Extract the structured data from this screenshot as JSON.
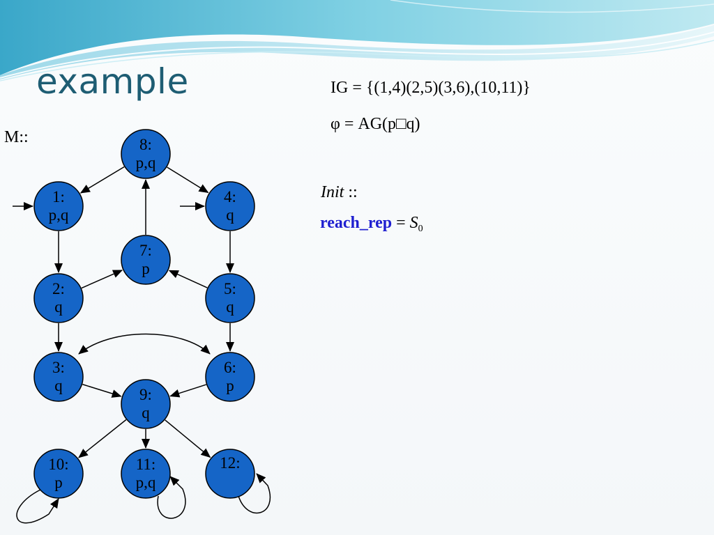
{
  "slide": {
    "title": "example",
    "model_label": "M::",
    "ig_line": "IG = {(1,4)(2,5)(3,6),(10,11)}",
    "phi_line": "φ = AG(p□q)",
    "init_label": "Init",
    "init_suffix": " ::",
    "reach_keyword": "reach_rep",
    "reach_equals": " = ",
    "reach_set": "S",
    "reach_set_subscript": "0"
  },
  "graph": {
    "node_color": "#1565c7",
    "nodes": [
      {
        "id": "8",
        "lines": [
          "8:",
          "p,q"
        ]
      },
      {
        "id": "1",
        "lines": [
          "1:",
          "p,q"
        ]
      },
      {
        "id": "4",
        "lines": [
          "4:",
          "q"
        ]
      },
      {
        "id": "7",
        "lines": [
          "7:",
          "p"
        ]
      },
      {
        "id": "2",
        "lines": [
          "2:",
          "q"
        ]
      },
      {
        "id": "5",
        "lines": [
          "5:",
          "q"
        ]
      },
      {
        "id": "3",
        "lines": [
          "3:",
          "q"
        ]
      },
      {
        "id": "6",
        "lines": [
          "6:",
          "p"
        ]
      },
      {
        "id": "9",
        "lines": [
          "9:",
          "q"
        ]
      },
      {
        "id": "10",
        "lines": [
          "10:",
          "p"
        ]
      },
      {
        "id": "11",
        "lines": [
          "11:",
          "p,q"
        ]
      },
      {
        "id": "12",
        "lines": [
          "12:"
        ]
      }
    ],
    "initial_states": [
      "1",
      "4"
    ],
    "edges": [
      {
        "from": "8",
        "to": "1"
      },
      {
        "from": "8",
        "to": "4"
      },
      {
        "from": "1",
        "to": "2"
      },
      {
        "from": "4",
        "to": "5"
      },
      {
        "from": "7",
        "to": "8"
      },
      {
        "from": "2",
        "to": "7"
      },
      {
        "from": "5",
        "to": "7"
      },
      {
        "from": "2",
        "to": "3"
      },
      {
        "from": "5",
        "to": "6"
      },
      {
        "from": "3",
        "to": "9"
      },
      {
        "from": "6",
        "to": "9"
      },
      {
        "from": "3",
        "to": "6"
      },
      {
        "from": "6",
        "to": "3"
      },
      {
        "from": "9",
        "to": "10"
      },
      {
        "from": "9",
        "to": "11"
      },
      {
        "from": "9",
        "to": "12"
      },
      {
        "from": "10",
        "to": "10"
      },
      {
        "from": "11",
        "to": "11"
      },
      {
        "from": "12",
        "to": "12"
      }
    ]
  }
}
